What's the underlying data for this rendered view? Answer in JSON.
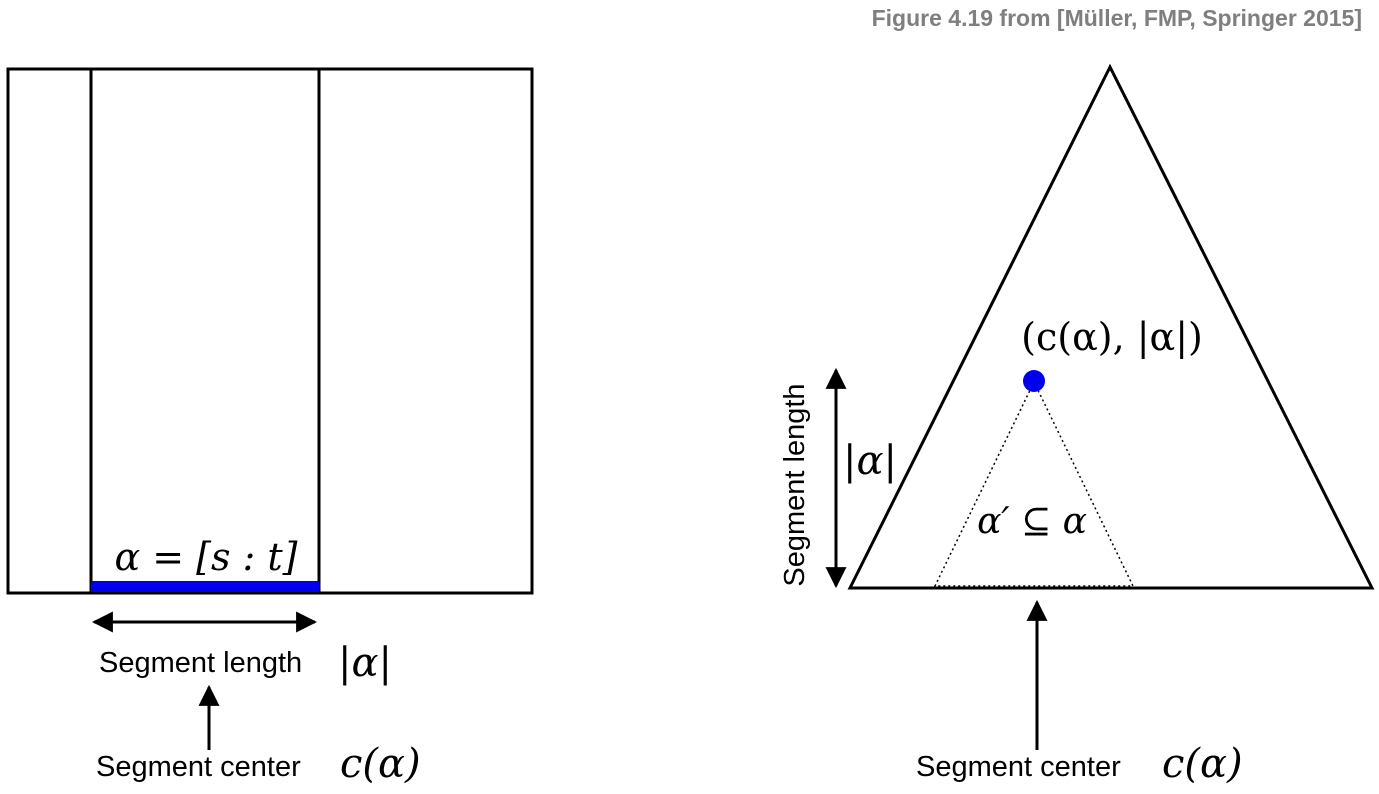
{
  "caption": "Figure 4.19 from [Müller, FMP, Springer 2015]",
  "left": {
    "segment_def": "α = [s : t]",
    "length_text": "Segment length",
    "length_symbol": "|α|",
    "center_text": "Segment center",
    "center_symbol": "c(α)"
  },
  "right": {
    "point_label": "(c(α), |α|)",
    "length_text": "Segment length",
    "length_symbol": "|α|",
    "subset_label": "α′ ⊆ α",
    "center_text": "Segment center",
    "center_symbol": "c(α)"
  },
  "colors": {
    "segment": "#0000ee",
    "point": "#0000ee",
    "lines": "#000000",
    "caption": "#7f7f7f"
  }
}
